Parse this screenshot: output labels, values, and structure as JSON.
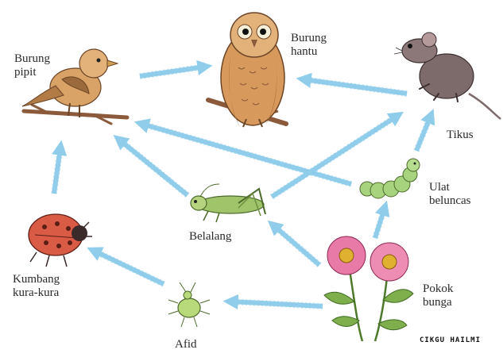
{
  "diagram": {
    "organisms": {
      "sparrow": "Burung\npipit",
      "owl": "Burung\nhantu",
      "rat": "Tikus",
      "caterpillar": "Ulat\nbeluncas",
      "grasshopper": "Belalang",
      "ladybird": "Kumbang\nkura-kura",
      "flower": "Pokok\nbunga",
      "aphid": "Afid"
    },
    "watermark": "CIKGU HAILMI",
    "arrows": [
      {
        "from": "sparrow",
        "to": "owl"
      },
      {
        "from": "rat",
        "to": "owl"
      },
      {
        "from": "grasshopper",
        "to": "sparrow"
      },
      {
        "from": "caterpillar",
        "to": "sparrow"
      },
      {
        "from": "ladybird",
        "to": "sparrow"
      },
      {
        "from": "grasshopper",
        "to": "rat"
      },
      {
        "from": "caterpillar",
        "to": "rat"
      },
      {
        "from": "flower",
        "to": "caterpillar"
      },
      {
        "from": "flower",
        "to": "grasshopper"
      },
      {
        "from": "flower",
        "to": "aphid"
      },
      {
        "from": "aphid",
        "to": "ladybird"
      }
    ],
    "colors": {
      "arrow": "#8fcdea",
      "arrow_edge": "#6db8dd",
      "sparrow": "#d9a267",
      "owl": "#d89a5c",
      "rat": "#7d6a6a",
      "grasshopper": "#9fc46a",
      "caterpillar": "#a7d37e",
      "ladybird": "#d95a45",
      "flower": "#e77aa6",
      "aphid": "#b9da7a"
    }
  }
}
